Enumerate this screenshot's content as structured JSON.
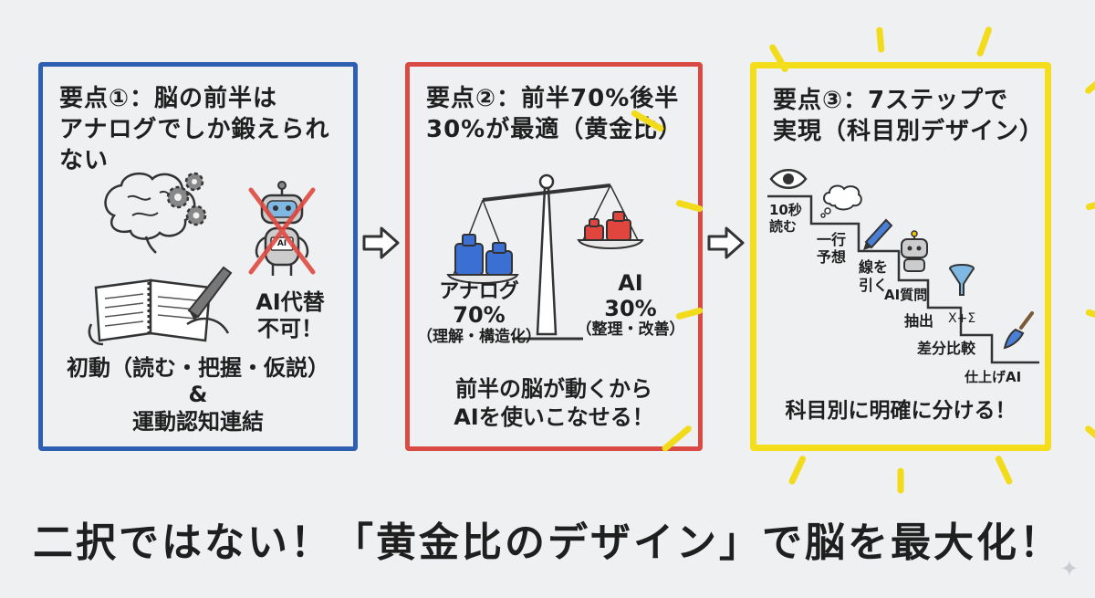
{
  "panel1": {
    "title_line1": "要点①：脳の前半は",
    "title_line2": "アナログでしか鍛えられない",
    "ai_label_line1": "AI代替",
    "ai_label_line2": "不可！",
    "robot_chest": "AI",
    "caption_line1": "初動（読む・把握・仮説）",
    "caption_amp": "&",
    "caption_line2": "運動認知連結"
  },
  "panel2": {
    "title_line1": "要点②：前半70%後半",
    "title_line2": "30%が最適（黄金比）",
    "left_label": "アナログ",
    "left_percent": "70%",
    "left_sub": "（理解・構造化）",
    "right_label": "AI",
    "right_percent": "30%",
    "right_sub": "（整理・改善）",
    "caption_line1": "前半の脳が動くから",
    "caption_line2": "AIを使いこなせる！"
  },
  "panel3": {
    "title_line1": "要点③：7ステップで",
    "title_line2": "実現（科目別デザイン）",
    "steps": [
      {
        "line1": "10秒",
        "line2": "読む"
      },
      {
        "line1": "一行",
        "line2": "予想"
      },
      {
        "line1": "線を",
        "line2": "引く"
      },
      {
        "line1": "AI質問",
        "line2": ""
      },
      {
        "line1": "抽出",
        "line2": ""
      },
      {
        "line1": "差分比較",
        "line2": ""
      },
      {
        "line1": "仕上げAI",
        "line2": ""
      }
    ],
    "compare_mark": "X+Σ",
    "caption": "科目別に明確に分ける！"
  },
  "footer": {
    "headline": "二択ではない！「黄金比のデザイン」で脳を最大化！"
  },
  "colors": {
    "blue": "#2f5fb3",
    "red": "#d84a43",
    "yellow": "#f4de1c",
    "ink": "#1f1f1f"
  },
  "icons": [
    "brain-gears-icon",
    "notebook-hand-icon",
    "robot-crossed-icon",
    "balance-scale-icon",
    "eye-icon",
    "thought-cloud-icon",
    "pen-icon",
    "robot-icon",
    "funnel-icon",
    "brush-icon",
    "sparkle-icon"
  ]
}
